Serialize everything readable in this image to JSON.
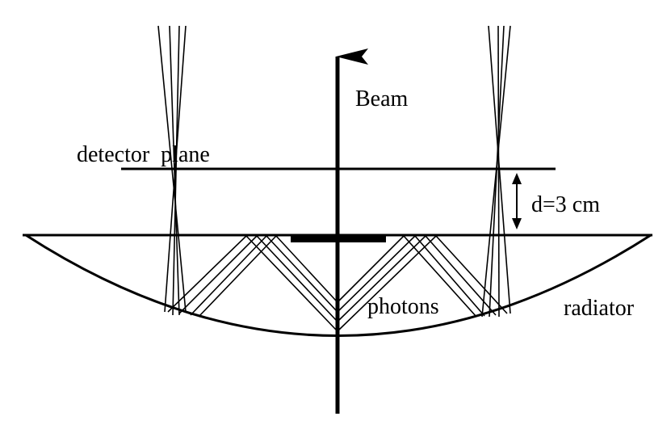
{
  "labels": {
    "beam": "Beam",
    "detector_plane": "detector  plane",
    "distance": "d=3 cm",
    "photons": "photons",
    "radiator": "radiator"
  },
  "colors": {
    "line": "#000000",
    "background": "#ffffff"
  }
}
